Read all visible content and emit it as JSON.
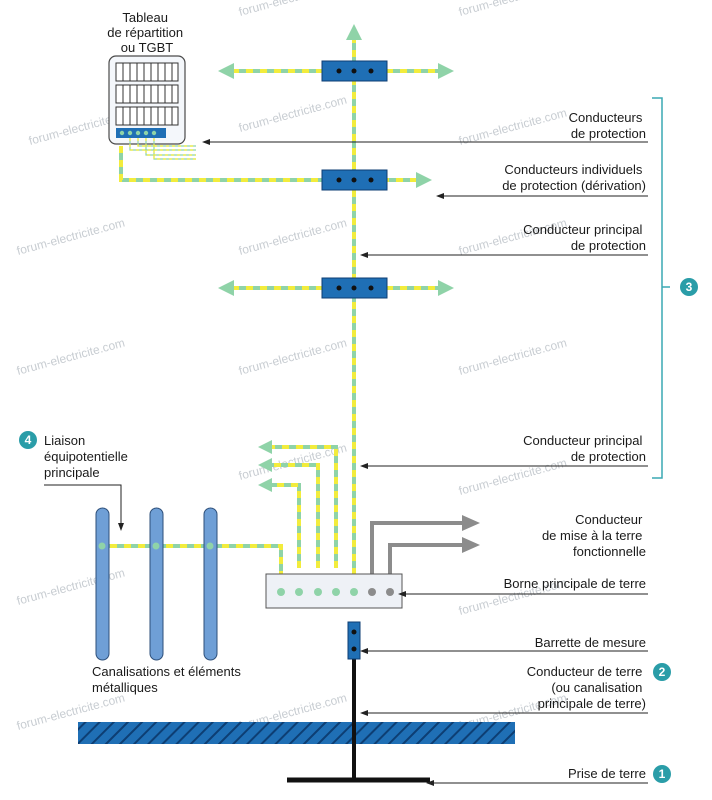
{
  "watermark": "forum-electricite.com",
  "colors": {
    "conductor_green": "#8fd3a8",
    "conductor_yellow": "#f2ec3c",
    "junction_blue": "#1f6fb5",
    "pipe_blue": "#6f9fd6",
    "earth_hatch": "#1f6fb5",
    "functional_grey": "#8c8c8c",
    "badge_teal": "#2a9da8",
    "bracket_teal": "#3aa9b4"
  },
  "labels": {
    "panel": [
      "Tableau",
      "de répartition",
      "ou TGBT"
    ],
    "protection_conductors": [
      "Conducteurs",
      "de protection"
    ],
    "individual_conductors": [
      "Conducteurs individuels",
      "de protection (dérivation)"
    ],
    "main_conductor_1": [
      "Conducteur principal",
      "de protection"
    ],
    "main_conductor_2": [
      "Conducteur principal",
      "de protection"
    ],
    "equipotential": [
      "Liaison",
      "équipotentielle",
      "principale"
    ],
    "functional_earth": [
      "Conducteur",
      "de mise à la terre",
      "fonctionnelle"
    ],
    "main_terminal": "Borne principale de terre",
    "test_link": "Barrette de mesure",
    "earth_conductor": [
      "Conducteur de terre",
      "(ou canalisation",
      "principale de terre)"
    ],
    "pipes": [
      "Canalisations et éléments",
      "métalliques"
    ],
    "earth_electrode": "Prise de terre"
  },
  "badges": {
    "equipotential": "4",
    "earth_conductor": "2",
    "bracket": "3",
    "earth_electrode": "1"
  }
}
